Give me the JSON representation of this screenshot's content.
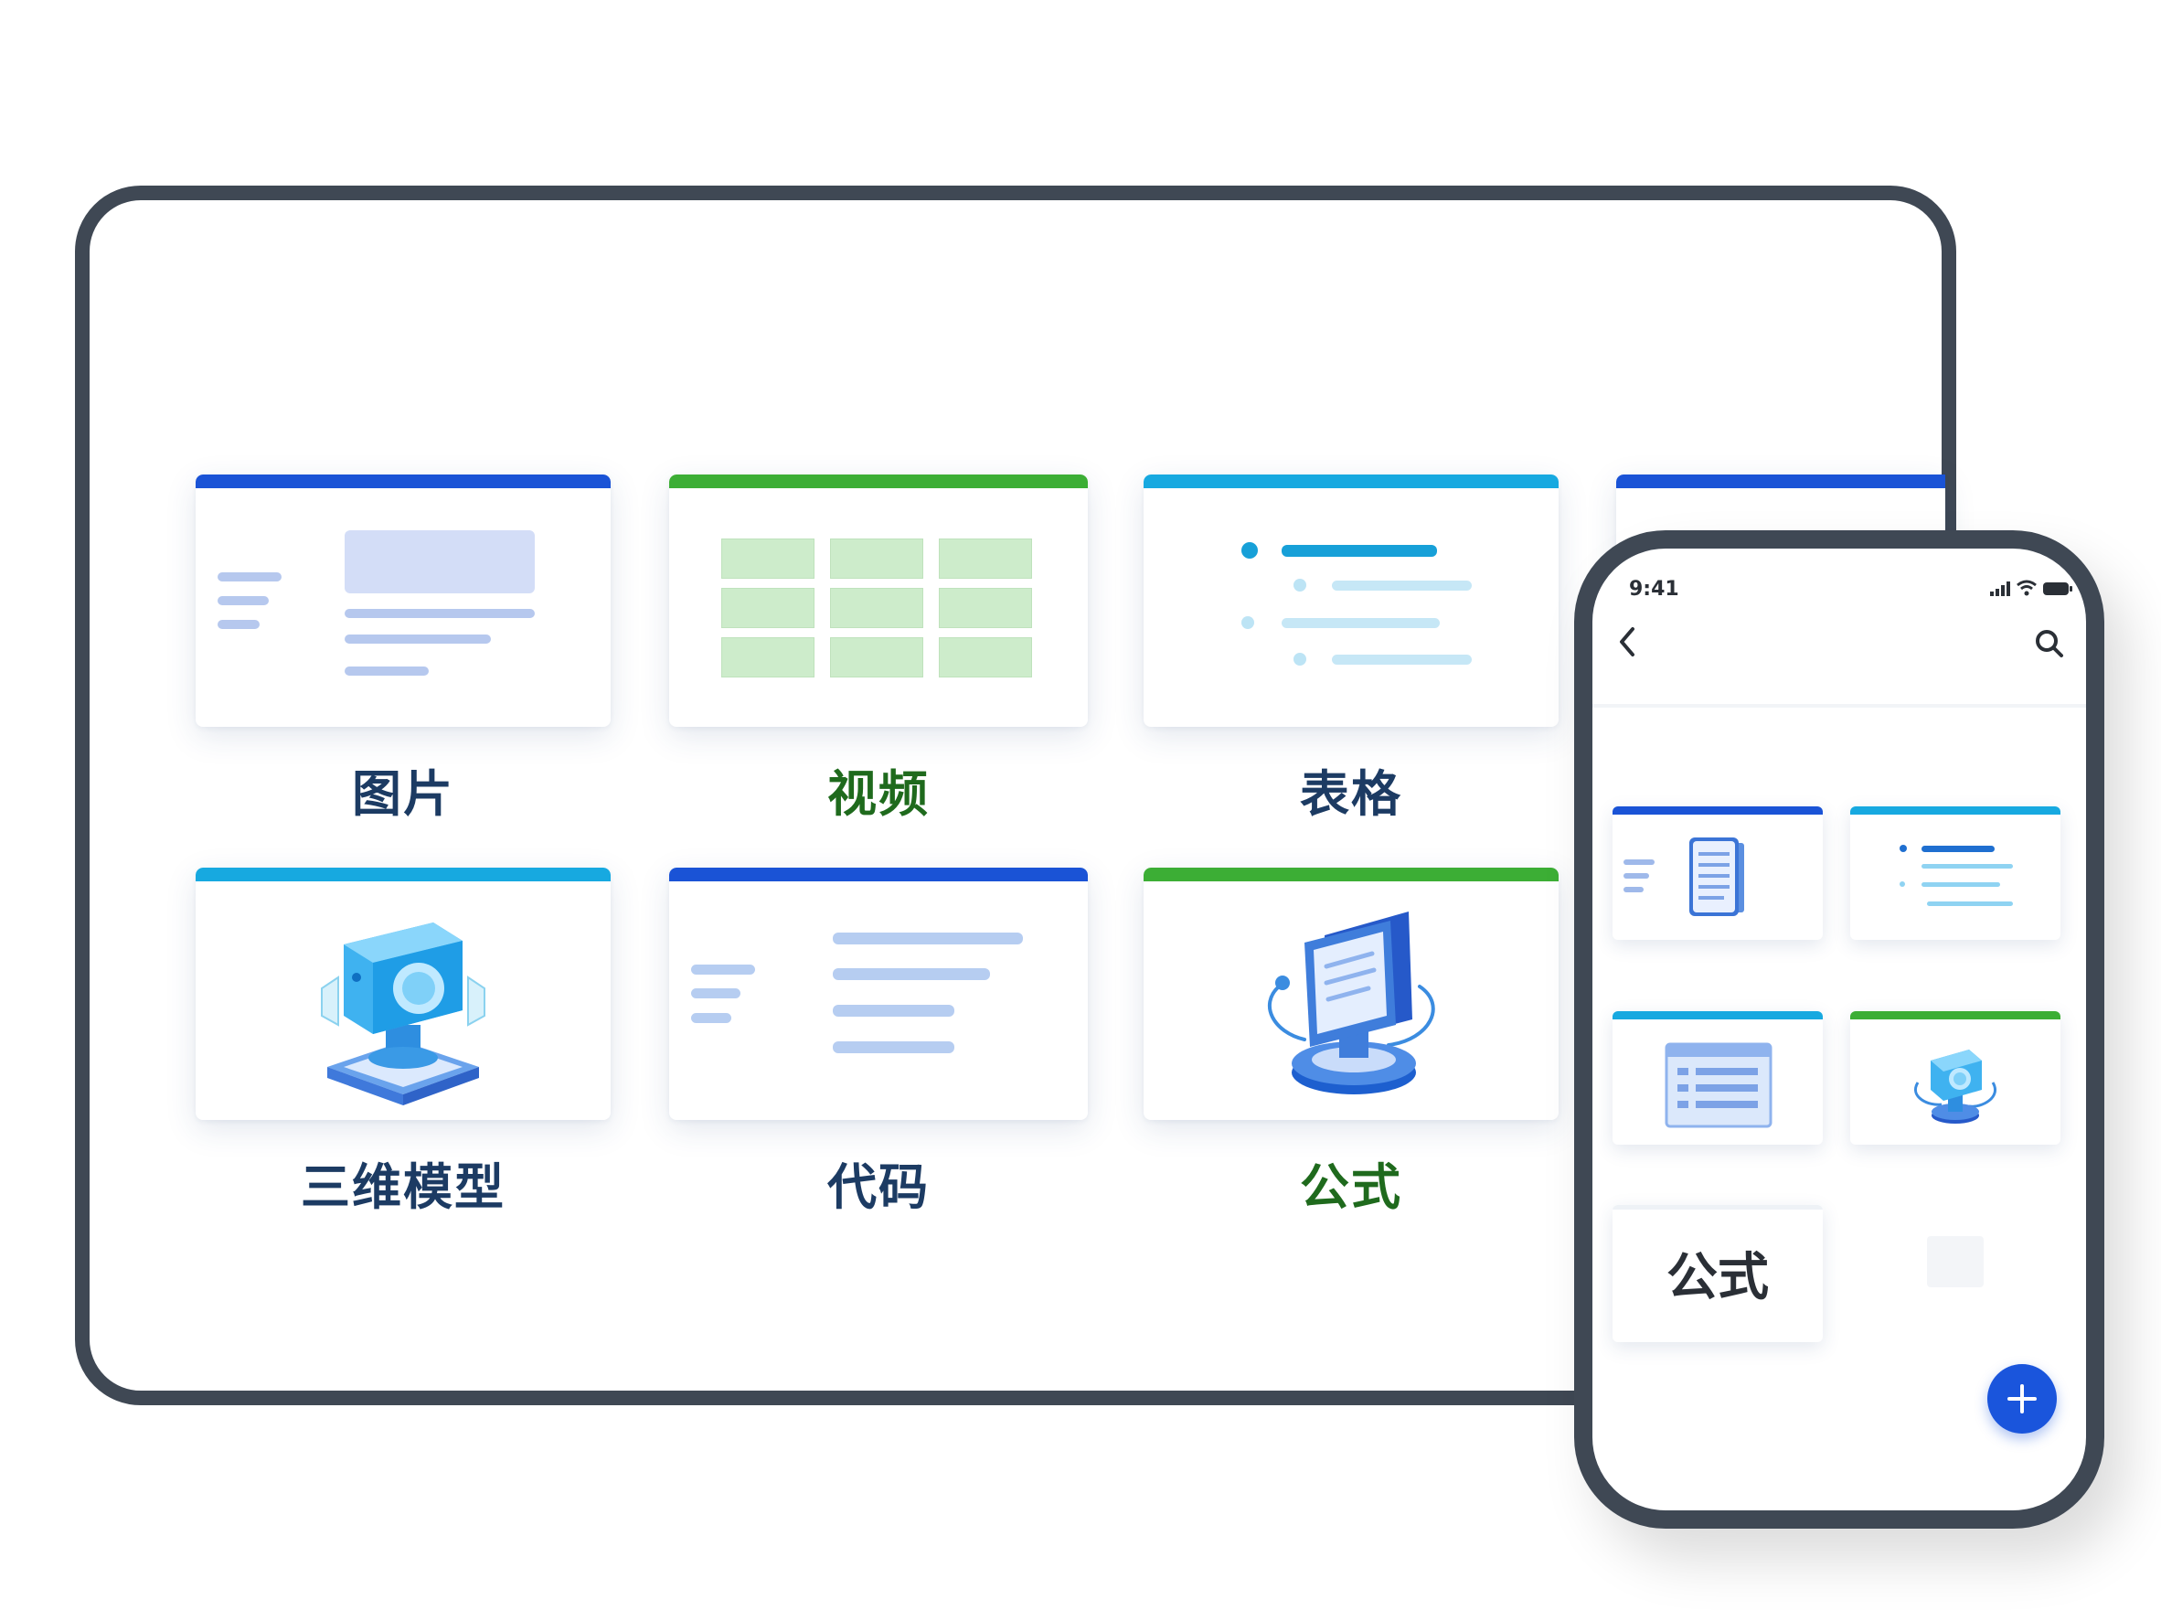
{
  "tablet": {
    "cards": [
      {
        "label": "图片",
        "bar_color": "#1a53d6",
        "label_color": "#1c3b63"
      },
      {
        "label": "视频",
        "bar_color": "#3cae35",
        "label_color": "#1f6a1d"
      },
      {
        "label": "表格",
        "bar_color": "#17a9e0",
        "label_color": "#1c3b63"
      },
      {
        "label": "三维模型",
        "bar_color": "#17a9e0",
        "label_color": "#1c3b63"
      },
      {
        "label": "代码",
        "bar_color": "#1a53d6",
        "label_color": "#1c3b63"
      },
      {
        "label": "公式",
        "bar_color": "#3cae35",
        "label_color": "#1f6a1d"
      }
    ]
  },
  "phone": {
    "status": {
      "time": "9:41"
    },
    "formula_label": "公式"
  },
  "colors": {
    "accent_blue": "#1a53d6",
    "accent_green": "#3cae35",
    "accent_cyan": "#17a9e0",
    "frame": "#3f4854"
  }
}
